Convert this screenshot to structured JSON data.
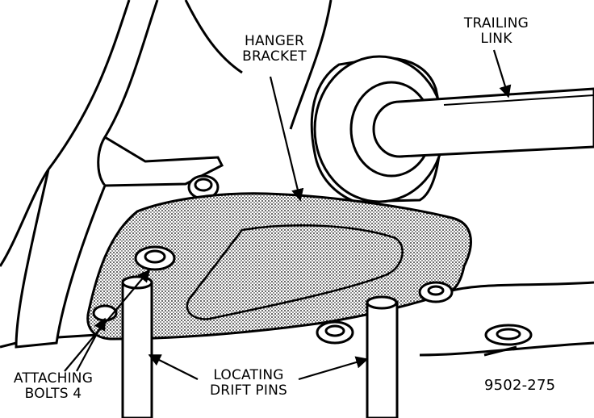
{
  "labels": {
    "hanger_bracket": [
      "HANGER",
      "BRACKET"
    ],
    "trailing_link": [
      "TRAILING",
      "LINK"
    ],
    "attaching_bolts": [
      "ATTACHING",
      "BOLTS 4"
    ],
    "locating_pins": [
      "LOCATING",
      "DRIFT PINS"
    ],
    "figure_number": "9502-275"
  },
  "colors": {
    "ink": "#000000",
    "paper": "#ffffff",
    "stipple": "#8a8a8a"
  }
}
